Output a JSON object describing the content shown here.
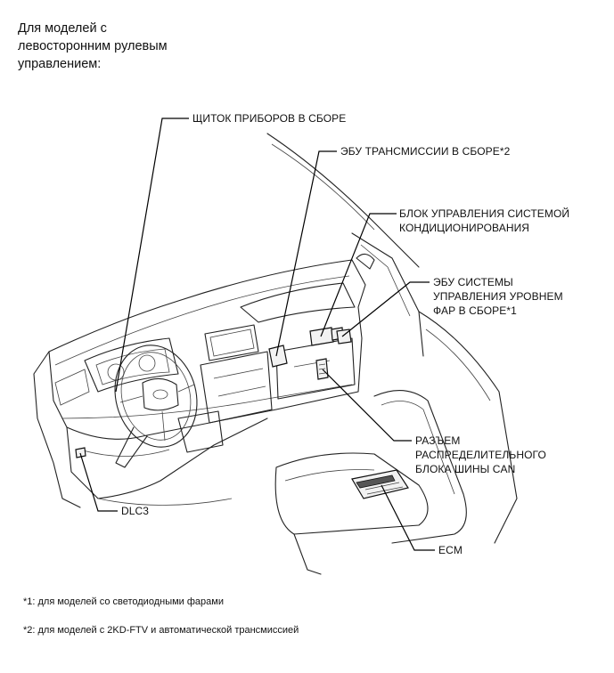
{
  "heading": {
    "line1": "Для моделей с",
    "line2": "левосторонним рулевым",
    "line3": "управлением:"
  },
  "callouts": {
    "instrument_cluster": "ЩИТОК ПРИБОРОВ В СБОРЕ",
    "transmission_ecu": "ЭБУ ТРАНСМИССИИ В СБОРЕ*2",
    "ac_control_line1": "БЛОК УПРАВЛЕНИЯ СИСТЕМОЙ",
    "ac_control_line2": "КОНДИЦИОНИРОВАНИЯ",
    "headlamp_ecu_line1": "ЭБУ СИСТЕМЫ",
    "headlamp_ecu_line2": "УПРАВЛЕНИЯ УРОВНЕМ",
    "headlamp_ecu_line3": "ФАР В СБОРЕ*1",
    "can_connector_line1": "РАЗЪЕМ",
    "can_connector_line2": "РАСПРЕДЕЛИТЕЛЬНОГО",
    "can_connector_line3": "БЛОКА ШИНЫ CAN",
    "dlc3": "DLC3",
    "ecm": "ECM"
  },
  "footnotes": {
    "note1": "*1: для моделей со светодиодными фарами",
    "note2": "*2: для моделей с 2KD-FTV и автоматической трансмиссией"
  }
}
